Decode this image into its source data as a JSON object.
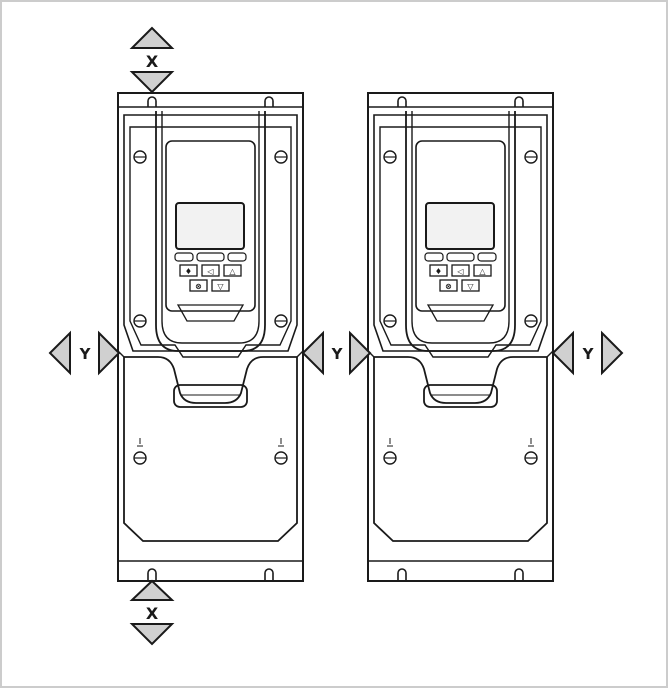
{
  "diagram": {
    "clearance_labels": {
      "top": "X",
      "bottom": "X",
      "left": "Y",
      "middle": "Y",
      "right": "Y"
    },
    "drive_count": 2,
    "colors": {
      "stroke": "#1a1a1a",
      "arrow_fill": "#d0d0d0",
      "frame_border": "#cccccc",
      "screen_fill": "#f2f2f2"
    },
    "icons": [
      "clearance-arrow-icon",
      "mounting-screw-icon",
      "keypad-icon",
      "lcd-screen-icon"
    ]
  }
}
